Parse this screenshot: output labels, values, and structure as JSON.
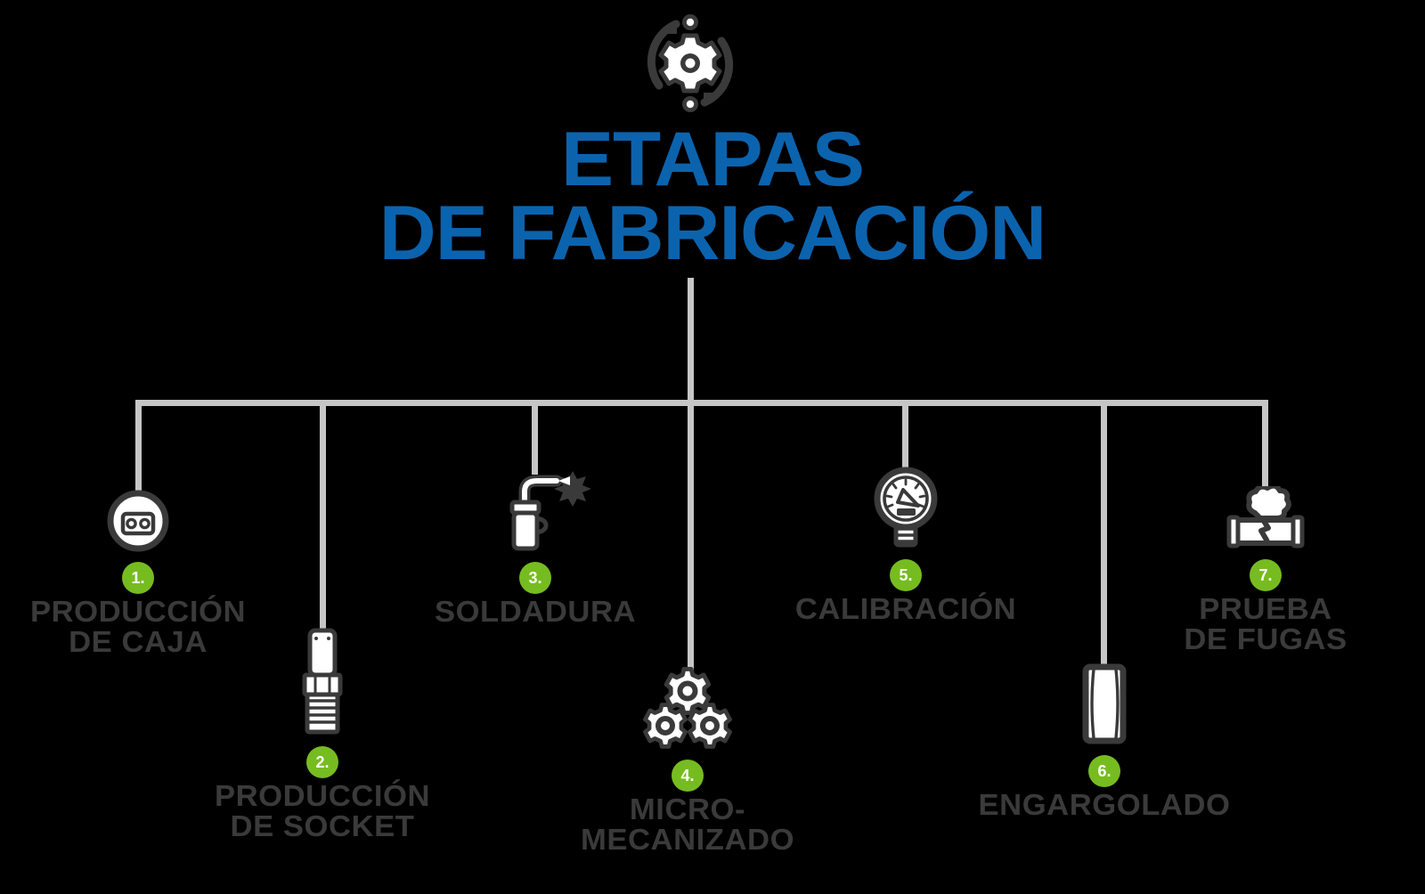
{
  "header": {
    "icon": "gear-cycle-icon",
    "title_line1": "ETAPAS",
    "title_line2": "DE FABRICACIÓN",
    "title_color": "#0B63AE"
  },
  "theme": {
    "background": "#000000",
    "connector_color": "#C6C6C6",
    "badge_color": "#76BC21",
    "badge_text_color": "#FFFFFF",
    "label_color": "#3A3A3A",
    "icon_stroke_color": "#3A3A3A",
    "icon_fill_color": "#FFFFFF"
  },
  "diagram": {
    "type": "process-stages",
    "stage_count": 7,
    "stages": [
      {
        "number": "1.",
        "label": "PRODUCCIÓN\nDE CAJA",
        "icon": "junction-box-icon"
      },
      {
        "number": "2.",
        "label": "PRODUCCIÓN\nDE SOCKET",
        "icon": "threaded-socket-icon"
      },
      {
        "number": "3.",
        "label": "SOLDADURA",
        "icon": "welding-torch-icon"
      },
      {
        "number": "4.",
        "label": "MICRO-MECANIZADO",
        "icon": "three-gears-icon"
      },
      {
        "number": "5.",
        "label": "CALIBRACIÓN",
        "icon": "pressure-gauge-icon"
      },
      {
        "number": "6.",
        "label": "ENGARGOLADO",
        "icon": "crimped-tube-icon"
      },
      {
        "number": "7.",
        "label": "PRUEBA\nDE FUGAS",
        "icon": "leaking-pipe-icon"
      }
    ]
  }
}
